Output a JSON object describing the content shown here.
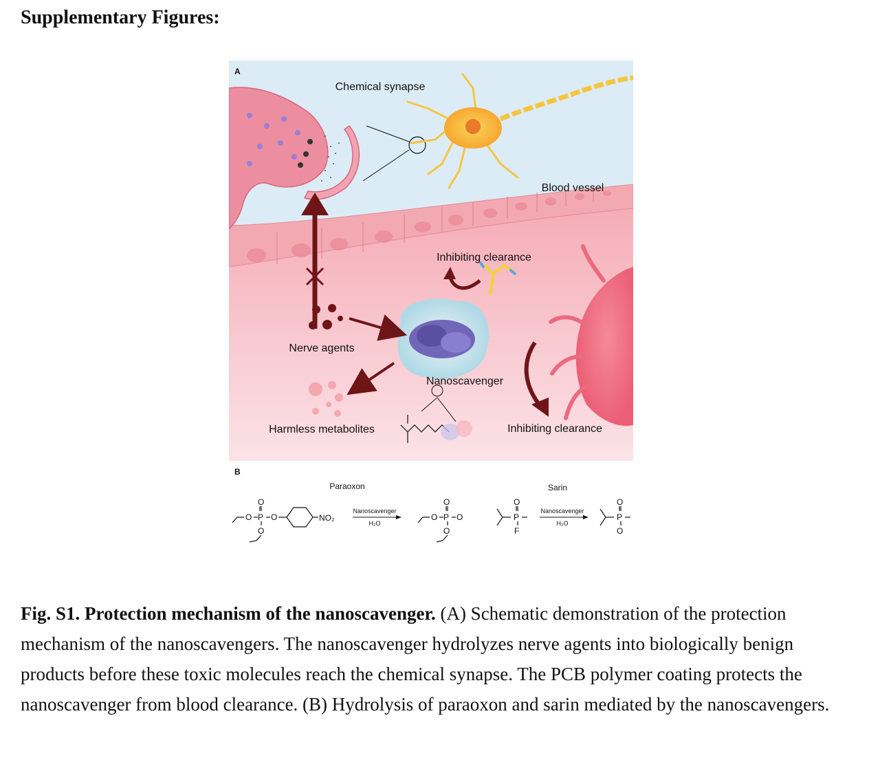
{
  "heading": "Supplementary Figures:",
  "figure": {
    "panel_a": {
      "letter": "A",
      "labels": {
        "chemical_synapse": "Chemical synapse",
        "blood_vessel": "Blood vessel",
        "inhibiting_clearance_top": "Inhibiting clearance",
        "nerve_agents": "Nerve agents",
        "nanoscavenger": "Nanoscavenger",
        "harmless_metabolites": "Harmless metabolites",
        "inhibiting_clearance_bottom": "Inhibiting clearance"
      }
    },
    "panel_b": {
      "letter": "B",
      "paraoxon": {
        "name": "Paraoxon",
        "arrow_top": "Nanoscavenger",
        "arrow_bottom": "H₂O",
        "nitro": "NO₂"
      },
      "sarin": {
        "name": "Sarin",
        "arrow_top": "Nanoscavenger",
        "arrow_bottom": "H₂O"
      }
    }
  },
  "caption": {
    "title": "Fig. S1. Protection mechanism of the nanoscavenger.",
    "body": " (A) Schematic demonstration of the protection mechanism of the nanoscavengers. The nanoscavenger hydrolyzes nerve agents into biologically benign products before these toxic molecules reach the chemical synapse. The PCB polymer coating protects the nanoscavenger from blood clearance. (B) Hydrolysis of paraoxon and sarin mediated by the nanoscavengers."
  },
  "colors": {
    "sky": "#dcecf6",
    "vessel_wall": "#f2a9b2",
    "blood": "#f6c4cc",
    "synapse": "#ec8ea0",
    "neuron": "#f9c933",
    "dark_arrow": "#6e1518",
    "nanoscavenger_shell": "#bfe6f0",
    "enzyme": "#7266b8"
  }
}
